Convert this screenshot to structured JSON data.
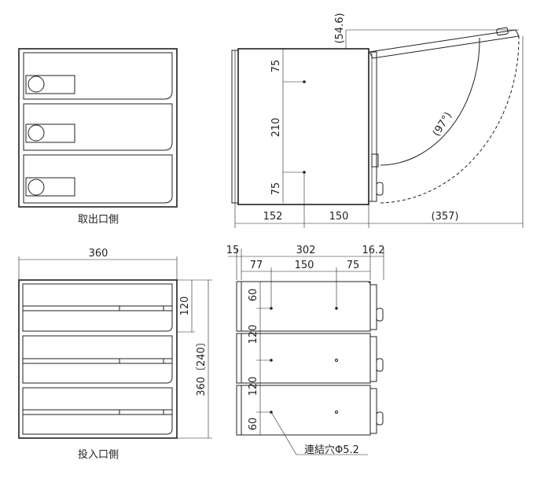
{
  "views": {
    "rear": {
      "caption": "取出口側"
    },
    "front": {
      "caption": "投入口側"
    }
  },
  "dims": {
    "side": {
      "d54": "(54.6)",
      "v75a": "75",
      "v210": "210",
      "v75b": "75",
      "angle": "(97°)",
      "h152": "152",
      "h150": "150",
      "h357": "(357)"
    },
    "front": {
      "w360": "360",
      "h120": "120",
      "h360": "360〔240〕"
    },
    "back": {
      "w15": "15",
      "w302": "302",
      "w162": "16.2",
      "w77": "77",
      "w150": "150",
      "w75": "75",
      "v60a": "60",
      "v120a": "120",
      "v120b": "120",
      "v60b": "60",
      "hole": "連結穴Φ5.2"
    }
  }
}
